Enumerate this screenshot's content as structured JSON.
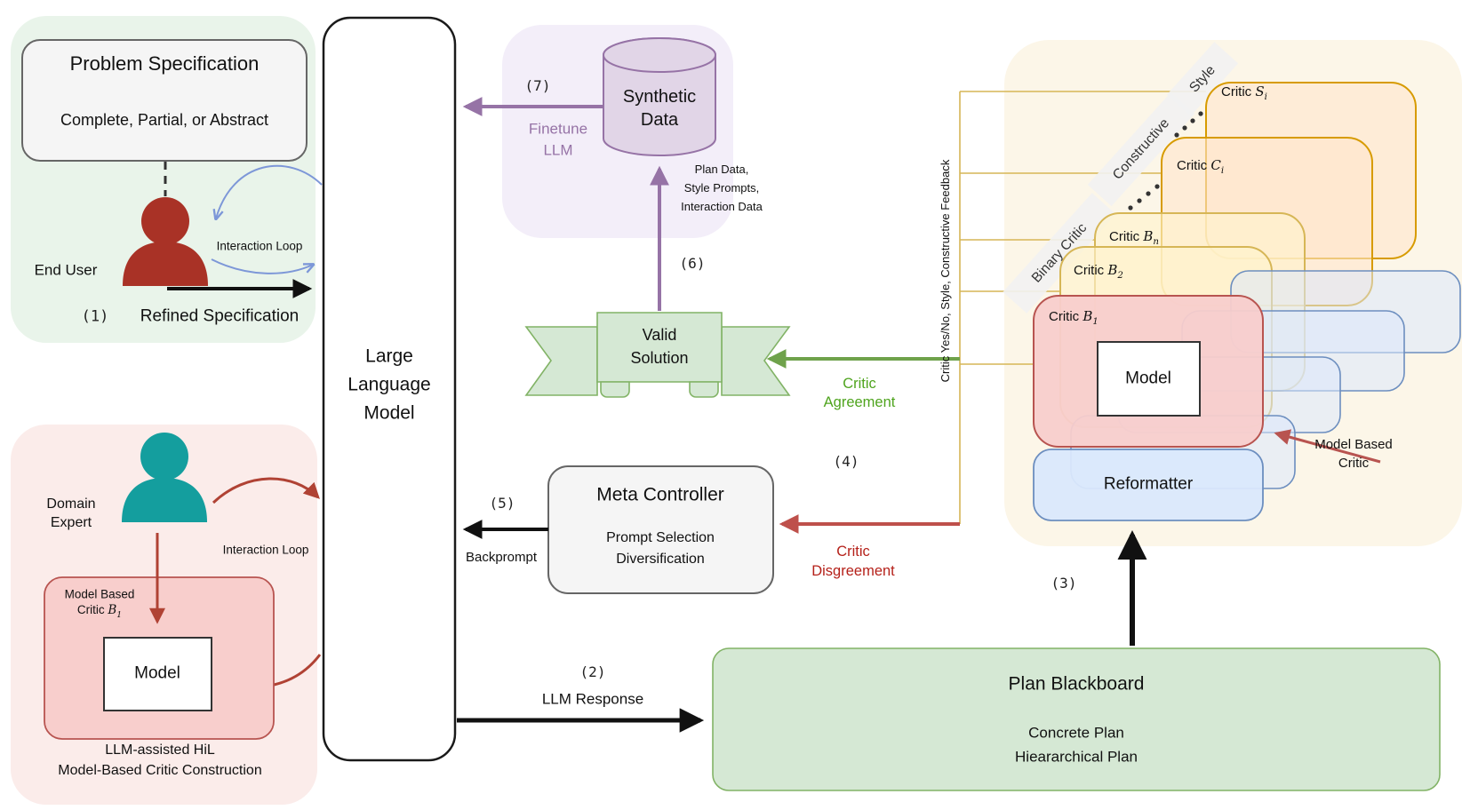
{
  "colors": {
    "green_fill": "#D5E8D4",
    "green_stroke": "#82B366",
    "gray_fill": "#F5F5F5",
    "gray_stroke": "#666666",
    "purple_fill": "#E1D5E7",
    "purple_stroke": "#9673A6",
    "red_fill": "#F8CECC",
    "red_stroke": "#B85450",
    "yellow_fill": "#FFF2CC",
    "yellow_stroke": "#D6B656",
    "orange_fill": "#FFE6CC",
    "orange_stroke": "#D79B00",
    "blue_fill": "#DAE8FC",
    "blue_stroke": "#6C8EBF",
    "gold_line": "#D6B656",
    "agreement_green": "#4FA41E",
    "disagreement_red": "#B5211A",
    "end_user_red": "#A93226",
    "expert_teal": "#149E9E",
    "interaction_blue": "#7D97D8",
    "expert_arrow_red": "#B04234"
  },
  "problem_spec": {
    "title": "Problem Specification",
    "subtitle": "Complete, Partial, or Abstract",
    "end_user": "End User",
    "interaction_loop": "Interaction Loop",
    "step": "(1)",
    "step_label": "Refined Specification"
  },
  "llm": {
    "line1": "Large",
    "line2": "Language",
    "line3": "Model"
  },
  "synthetic": {
    "step7": "(7)",
    "finetune1": "Finetune",
    "finetune2": "LLM",
    "name1": "Synthetic",
    "name2": "Data",
    "data1": "Plan Data,",
    "data2": "Style Prompts,",
    "data3": "Interaction Data",
    "step6": "(6)"
  },
  "valid_solution": {
    "line1": "Valid",
    "line2": "Solution"
  },
  "agreement": {
    "line1": "Critic",
    "line2": "Agreement",
    "step4": "(4)"
  },
  "meta": {
    "title": "Meta Controller",
    "line1": "Prompt Selection",
    "line2": "Diversification",
    "step5": "(5)",
    "backprompt": "Backprompt"
  },
  "disagreement": {
    "line1": "Critic",
    "line2": "Disgreement"
  },
  "blackboard": {
    "title": "Plan Blackboard",
    "line1": "Concrete Plan",
    "line2": "Hieararchical Plan",
    "step3": "(3)",
    "step2": "(2)",
    "llm_response": "LLM Response"
  },
  "critics": {
    "vertical_label": "Critic Yes/No, Style, Constructive Feedback",
    "band_binary": "Binary Critic",
    "band_constructive": "Constructive",
    "band_style": "Style",
    "s": {
      "prefix": "Critic ",
      "var": "S",
      "sub": "i"
    },
    "c": {
      "prefix": "Critic ",
      "var": "C",
      "sub": "i"
    },
    "bn": {
      "prefix": "Critic ",
      "var": "B",
      "sub": "n"
    },
    "b2": {
      "prefix": "Critic ",
      "var": "B",
      "sub": "2"
    },
    "b1": {
      "prefix": "Critic ",
      "var": "B",
      "sub": "1"
    },
    "model": "Model",
    "reformatter": "Reformatter",
    "mbc1": "Model Based",
    "mbc2": "Critic"
  },
  "expert": {
    "label1": "Domain",
    "label2": "Expert",
    "interaction_loop": "Interaction Loop",
    "box_line1": "Model Based",
    "box_prefix": "Critic ",
    "box_var": "B",
    "box_sub": "1",
    "model": "Model",
    "caption1": "LLM-assisted HiL",
    "caption2": "Model-Based Critic Construction"
  }
}
